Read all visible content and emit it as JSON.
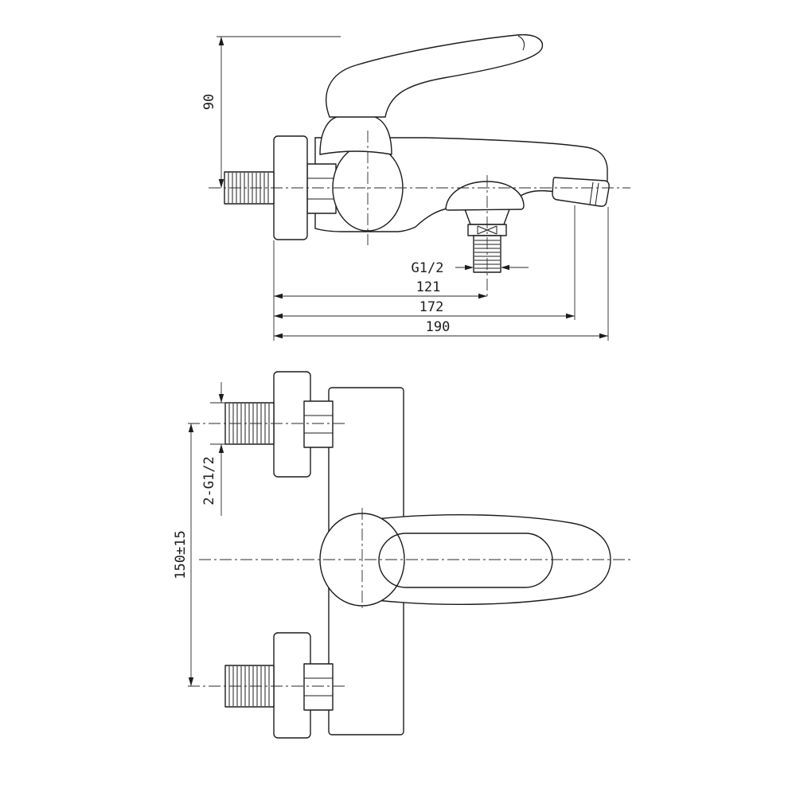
{
  "drawing": {
    "type": "technical-drawing",
    "subject": "wall-mounted bath mixer faucet, two orthographic views",
    "labels": {
      "dim_height": "90",
      "dim_shower_thread": "G1/2",
      "dim_len_shower": "121",
      "dim_len_spout": "172",
      "dim_len_total": "190",
      "dim_inlet_thread": "2-G1/2",
      "dim_inlet_span": "150±15"
    },
    "line_color": "#1c1c1c",
    "background": "#ffffff"
  }
}
